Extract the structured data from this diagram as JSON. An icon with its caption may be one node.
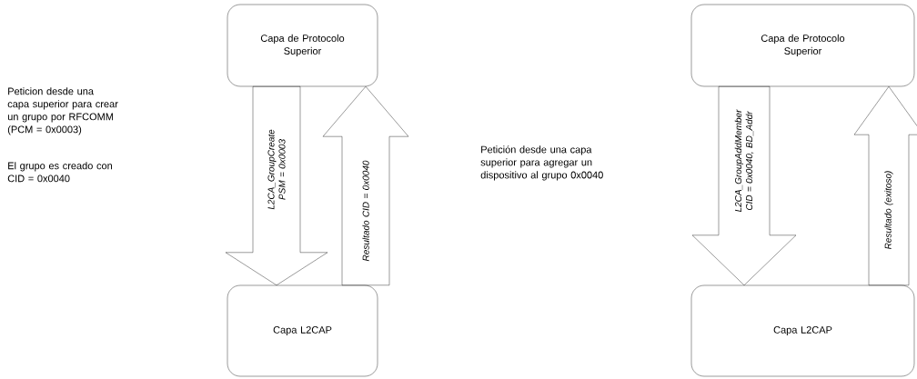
{
  "diagram": {
    "nodes": [
      {
        "text": [
          "Capa de Protocolo Superior"
        ]
      },
      {
        "text": [
          "Capa L2CAP"
        ]
      },
      {
        "text": [
          "Capa de Protocolo Superior"
        ]
      },
      {
        "text": [
          "Capa L2CAP"
        ]
      }
    ],
    "edges": [
      {
        "from": 0,
        "to": 1,
        "arrow": "to",
        "label": "L2CA_GroupCreate PSM = 0x0003"
      },
      {
        "from": 1,
        "to": 0,
        "arrow": "to",
        "label": "Resultado CID = 0x0040"
      },
      {
        "from": 2,
        "to": 3,
        "arrow": "to",
        "label": "L2CA_GroupAddMember CID = 0x0040, BD_Addr"
      },
      {
        "from": 3,
        "to": 2,
        "arrow": "to",
        "label": "Resultado (exitoso)"
      }
    ],
    "labels": [
      "Peticion desde una capa superior para crear un grupo por RFCOMM (PCM = 0x0003)",
      "El grupo es creado con CID = 0x0040",
      "Petición desde una capa superior para agregar un dispositivo al grupo 0x0040"
    ]
  }
}
